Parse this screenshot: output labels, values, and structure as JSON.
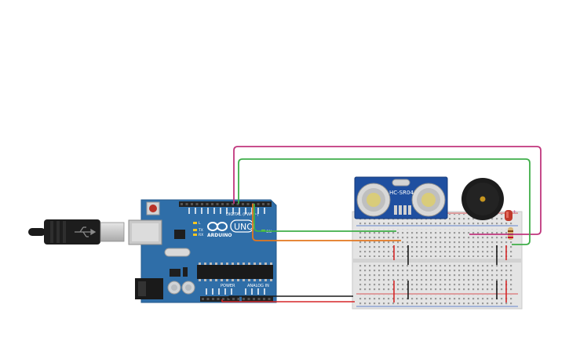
{
  "arduino": {
    "brand": "ARDUINO",
    "model": "UNO",
    "digital_label": "DIGITAL (PWM~)",
    "power_label": "POWER",
    "analog_label": "ANALOG IN",
    "on_label": "ON",
    "l_label": "L",
    "tx_label": "TX",
    "rx_label": "RX",
    "color_board": "#2f6ea8",
    "color_header": "#222222"
  },
  "sensor": {
    "label": "HC-SR04",
    "color_board": "#1f4fa0"
  },
  "buzzer": {
    "color": "#1c1c1c"
  },
  "led": {
    "color": "#c0392b"
  },
  "wires": {
    "magenta": "#c0367d",
    "green": "#3fae49",
    "orange": "#e2771f",
    "red": "#d62728",
    "black": "#1a1a1a"
  }
}
